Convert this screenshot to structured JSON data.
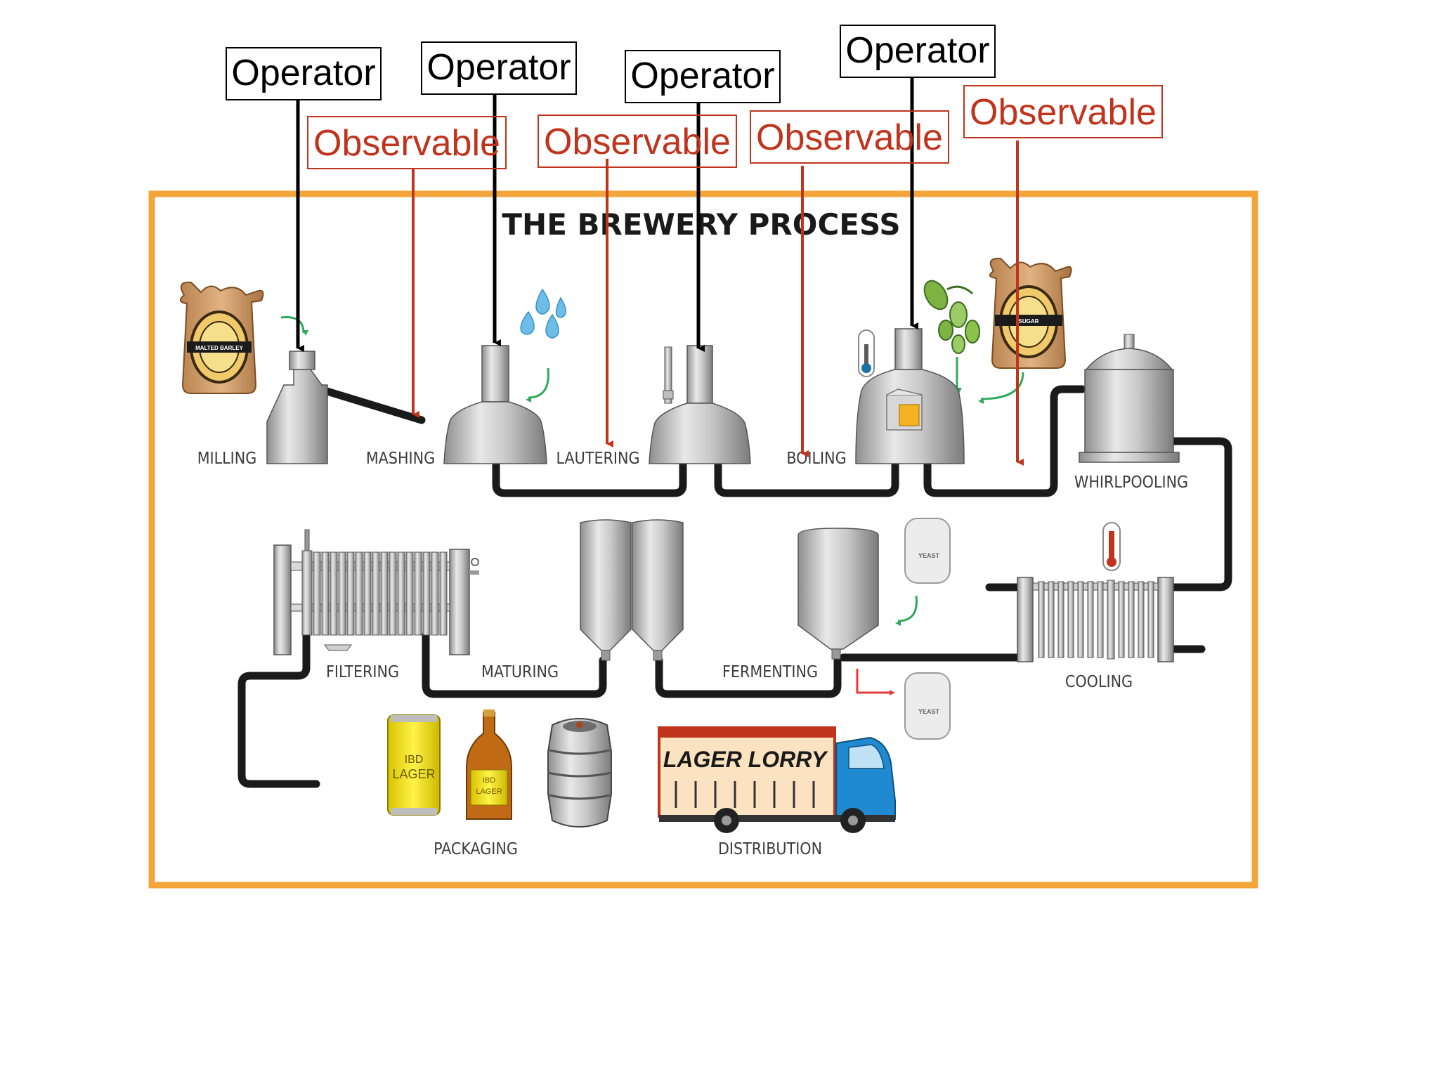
{
  "diagram": {
    "title": "THE BREWERY PROCESS",
    "frame_color": "#f4a53a",
    "operator_color": "#000000",
    "observable_color": "#c0341d",
    "pipe_color": "#1a1a1a",
    "green_arrow_color": "#2eaa5a",
    "operator_labels": [
      "Operator",
      "Operator",
      "Operator",
      "Operator"
    ],
    "observable_labels": [
      "Observable",
      "Observable",
      "Observable",
      "Observable",
      "Observable"
    ],
    "stages": {
      "milling": "MILLING",
      "mashing": "MASHING",
      "lautering": "LAUTERING",
      "boiling": "BOILING",
      "whirlpooling": "WHIRLPOOLING",
      "filtering": "FILTERING",
      "maturing": "MATURING",
      "fermenting": "FERMENTING",
      "cooling": "COOLING",
      "packaging": "PACKAGING",
      "distribution": "DISTRIBUTION"
    },
    "sack_labels": {
      "malted_barley": "MALTED BARLEY",
      "sugar": "SUGAR"
    },
    "yeast_label": "YEAST",
    "can_label": [
      "IBD",
      "LAGER"
    ],
    "bottle_label": [
      "IBD",
      "LAGER"
    ],
    "truck_label": "LAGER LORRY",
    "icons": [
      "malted-barley-sack-icon",
      "sugar-sack-icon",
      "water-drops-icon",
      "hops-icon",
      "thermometer-icon",
      "yeast-container-icon",
      "can-icon",
      "bottle-icon",
      "keg-icon",
      "truck-icon"
    ]
  }
}
